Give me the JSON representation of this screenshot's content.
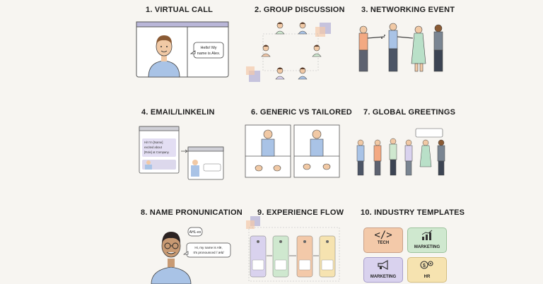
{
  "panels": [
    {
      "title": "1. VIRTUAL CALL"
    },
    {
      "title": "2. GROUP DISCUSSION"
    },
    {
      "title": "3. NETWORKING EVENT"
    },
    {
      "title": "4. EMAIL/LINKELIN"
    },
    {
      "title": "6. GENERIC VS TAILORED"
    },
    {
      "title": "7. GLOBAL GREETINGS"
    },
    {
      "title": "8. NAME PRONUNICATION"
    },
    {
      "title": "9. EXPERIENCE FLOW"
    },
    {
      "title": "10. INDUSTRY TEMPLATES"
    }
  ],
  "virtual_call": {
    "bubble_line1": "Hello! My",
    "bubble_line2": "name is Alex."
  },
  "email": {
    "line1": "Hi! I'm [Name]",
    "line2": "excited about",
    "line3": "[Role] at Company."
  },
  "pronunciation": {
    "bubble_top": "AHL-ex",
    "bubble_line1": "Hi, my name is Alē,",
    "bubble_line2": "It's pronounced /ˈælɪ/"
  },
  "templates": {
    "tiles": [
      {
        "label": "TECH",
        "color": "#f3c9a9",
        "icon": "code-icon"
      },
      {
        "label": "MARKETING",
        "color": "#cfe8cf",
        "icon": "growth-chart-icon"
      },
      {
        "label": "MARKETING",
        "color": "#d9d2ee",
        "icon": "megaphone-icon"
      },
      {
        "label": "HR",
        "color": "#f6e3b0",
        "icon": "money-gear-icon"
      }
    ]
  },
  "colors": {
    "bg": "#f7f5f1",
    "accent_purple": "#d8d2ee",
    "accent_orange": "#f3c9a9",
    "accent_green": "#cfe8cf",
    "accent_yellow": "#f6e3b0"
  }
}
